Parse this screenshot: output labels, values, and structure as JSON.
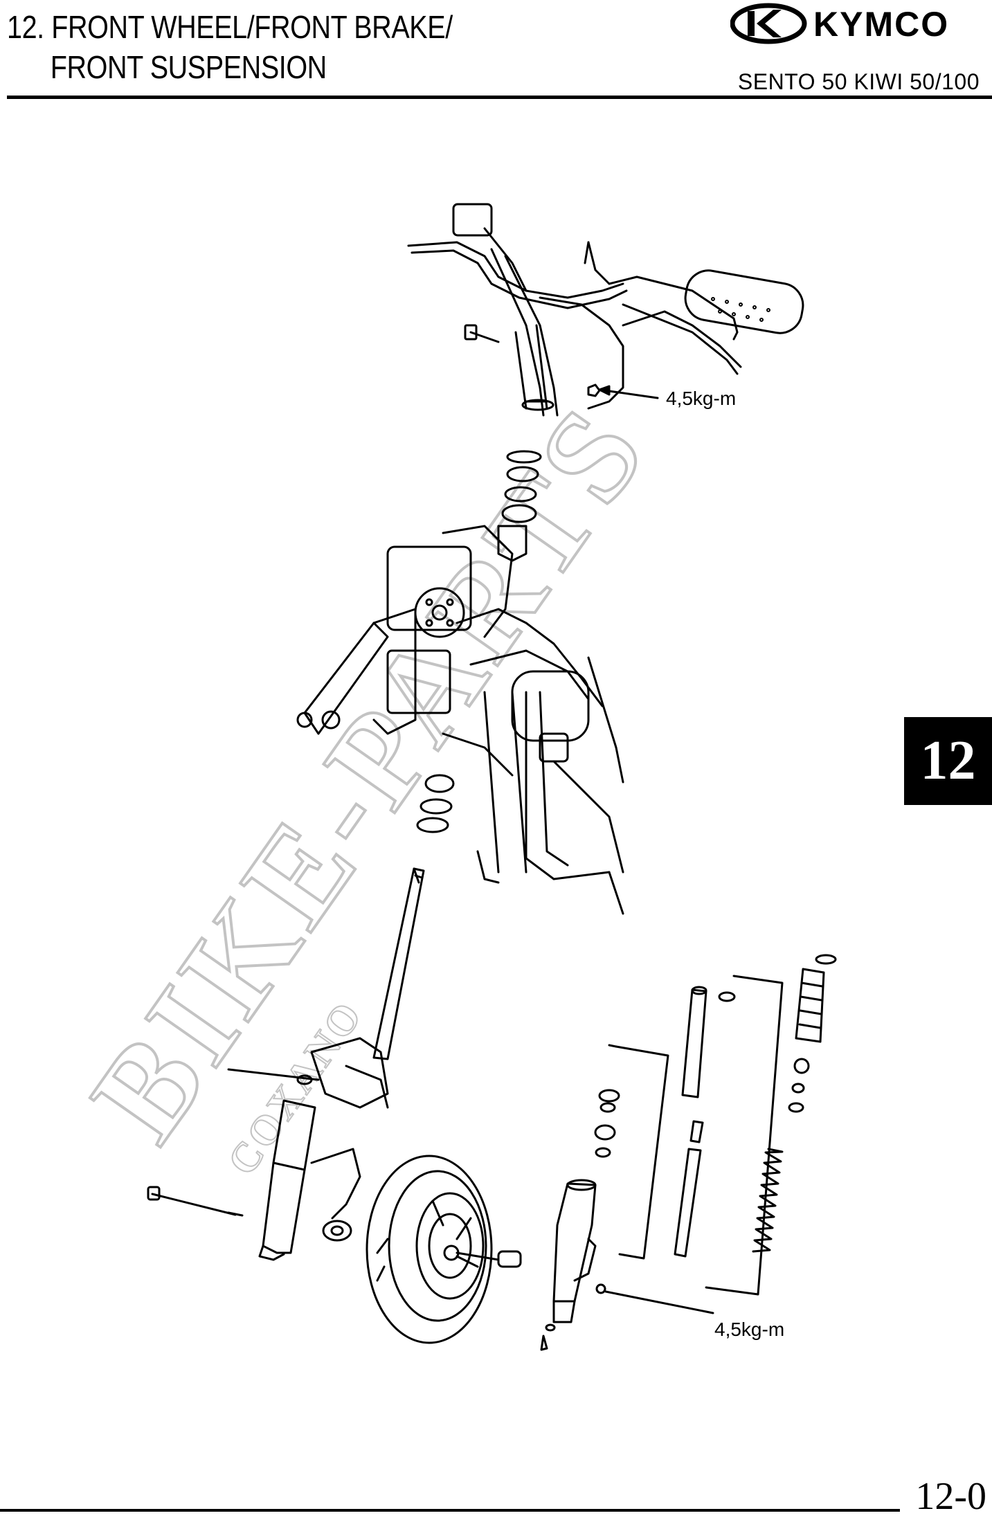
{
  "header": {
    "title_line1": "12. FRONT WHEEL/FRONT BRAKE/",
    "title_line2": "FRONT SUSPENSION",
    "brand": "KYMCO",
    "model": "SENTO 50 KIWI 50/100"
  },
  "chapter_tab": "12",
  "diagram": {
    "callouts": [
      {
        "label": "4,5kg-m",
        "target": "handlebar-mounting-nut"
      },
      {
        "label": "4,5kg-m",
        "target": "fork-bottom-bolt"
      }
    ]
  },
  "watermark": {
    "text": "BIKE-PARTS",
    "subtext": "COXANO"
  },
  "footer": {
    "page_number": "12-0"
  },
  "colors": {
    "ink": "#000000",
    "watermark": "#d9d9d9",
    "paper": "#ffffff"
  }
}
